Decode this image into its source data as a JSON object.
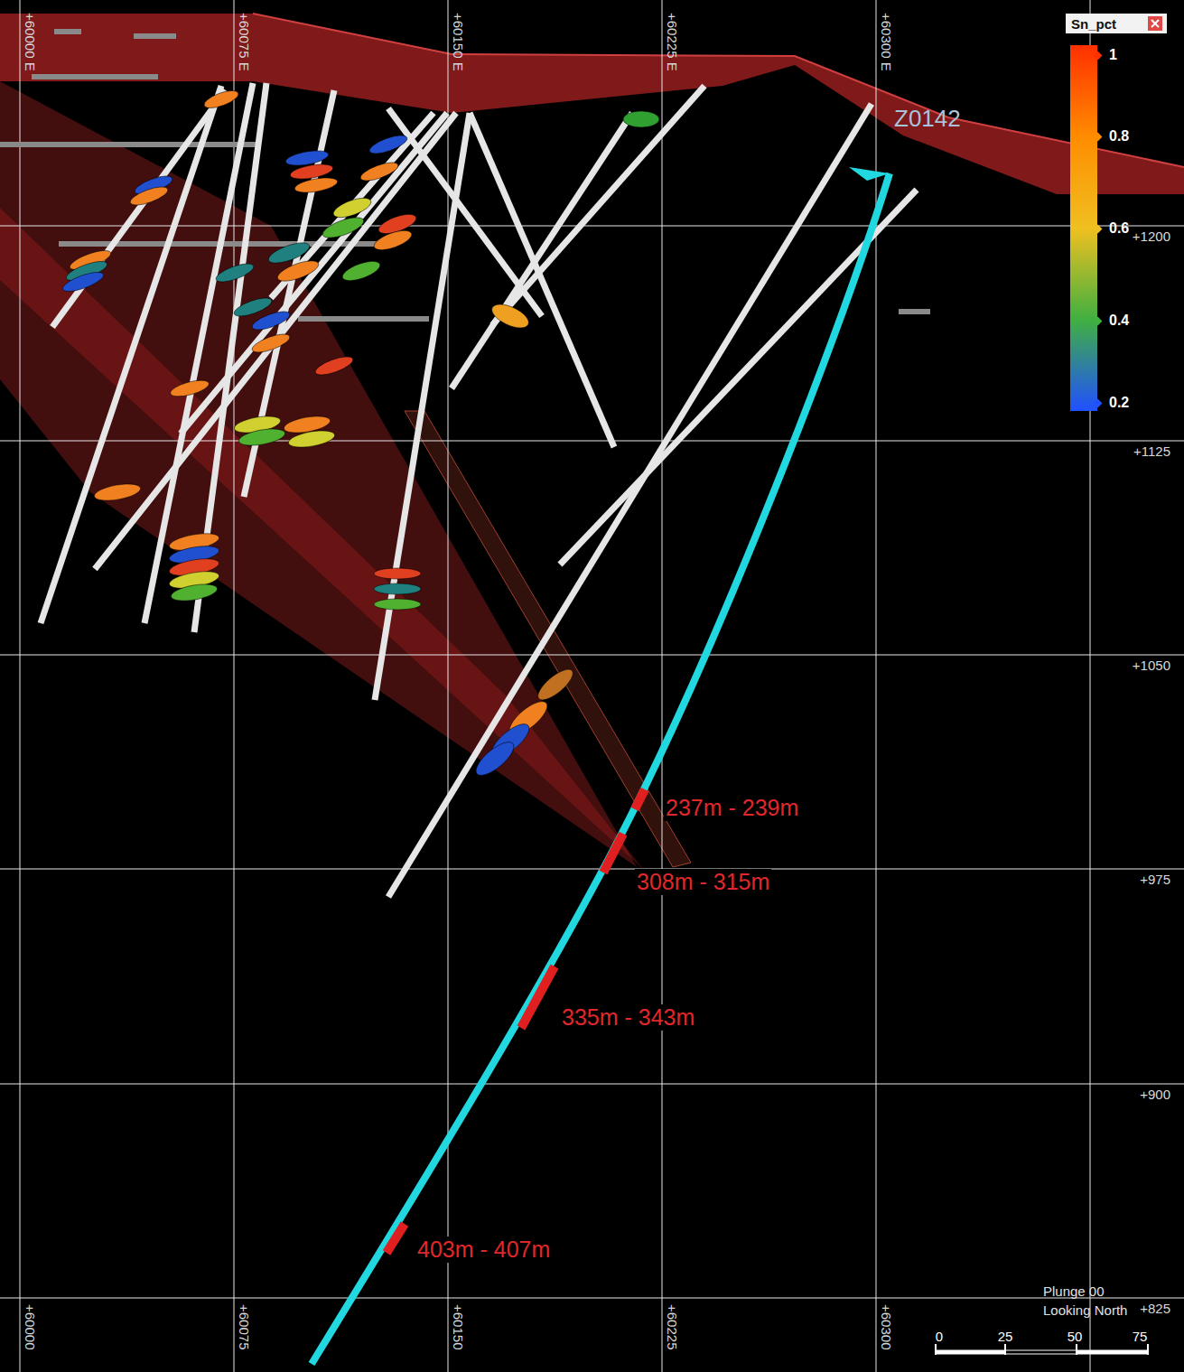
{
  "diagram": {
    "labels": [
      "+60000 E",
      "+60075 E",
      "+60150 E",
      "+60225 E",
      "+60300 E",
      "+60000",
      "+60075",
      "+60150",
      "+60225",
      "+60300",
      "+1200",
      "+1125",
      "+1050",
      "+975",
      "+900",
      "+825",
      "Z0142",
      "237m - 239m",
      "308m - 315m",
      "335m - 343m",
      "403m - 407m",
      "Sn_pct",
      "Plunge 00",
      "Looking North",
      "0",
      "25",
      "50",
      "75"
    ],
    "legend": [
      {
        "text": "1",
        "color": "#ff3000"
      },
      {
        "text": "0.8",
        "color": "#ff8c00"
      },
      {
        "text": "0.6",
        "color": "#f0c020"
      },
      {
        "text": "0.4",
        "color": "#40b040"
      },
      {
        "text": "0.2",
        "color": "#2050ff"
      }
    ]
  }
}
